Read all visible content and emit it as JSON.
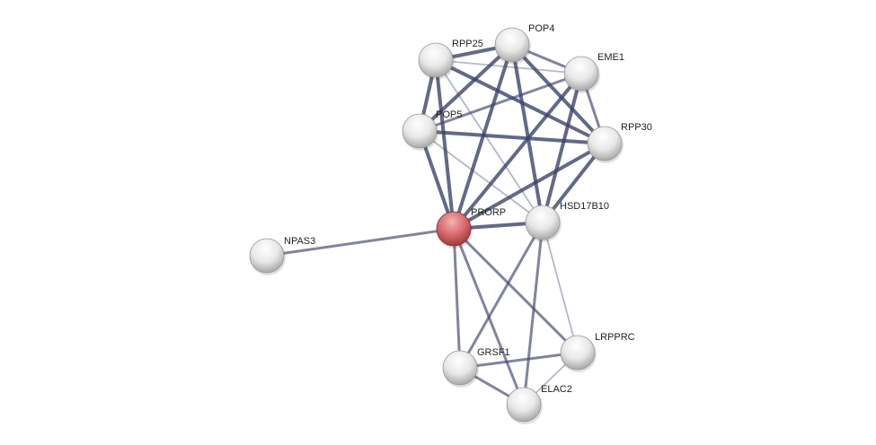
{
  "network": {
    "nodes": [
      {
        "id": "RPP25",
        "label": "RPP25",
        "query": false
      },
      {
        "id": "POP4",
        "label": "POP4",
        "query": false
      },
      {
        "id": "EME1",
        "label": "EME1",
        "query": false
      },
      {
        "id": "POP5",
        "label": "POP5",
        "query": false
      },
      {
        "id": "RPP30",
        "label": "RPP30",
        "query": false
      },
      {
        "id": "PRORP",
        "label": "PRORP",
        "query": true
      },
      {
        "id": "HSD17B10",
        "label": "HSD17B10",
        "query": false
      },
      {
        "id": "NPAS3",
        "label": "NPAS3",
        "query": false
      },
      {
        "id": "LRPPRC",
        "label": "LRPPRC",
        "query": false
      },
      {
        "id": "GRSF1",
        "label": "GRSF1",
        "query": false
      },
      {
        "id": "ELAC2",
        "label": "ELAC2",
        "query": false
      }
    ],
    "edges": [
      {
        "source": "RPP25",
        "target": "POP4",
        "confidence": "high"
      },
      {
        "source": "RPP25",
        "target": "EME1",
        "confidence": "low"
      },
      {
        "source": "RPP25",
        "target": "POP5",
        "confidence": "high"
      },
      {
        "source": "RPP25",
        "target": "PRORP",
        "confidence": "high"
      },
      {
        "source": "RPP25",
        "target": "RPP30",
        "confidence": "high"
      },
      {
        "source": "RPP25",
        "target": "HSD17B10",
        "confidence": "low"
      },
      {
        "source": "POP4",
        "target": "EME1",
        "confidence": "medium"
      },
      {
        "source": "POP4",
        "target": "POP5",
        "confidence": "high"
      },
      {
        "source": "POP4",
        "target": "PRORP",
        "confidence": "high"
      },
      {
        "source": "POP4",
        "target": "HSD17B10",
        "confidence": "high"
      },
      {
        "source": "POP4",
        "target": "RPP30",
        "confidence": "high"
      },
      {
        "source": "EME1",
        "target": "POP5",
        "confidence": "medium"
      },
      {
        "source": "EME1",
        "target": "RPP30",
        "confidence": "medium"
      },
      {
        "source": "EME1",
        "target": "PRORP",
        "confidence": "high"
      },
      {
        "source": "EME1",
        "target": "HSD17B10",
        "confidence": "high"
      },
      {
        "source": "POP5",
        "target": "RPP30",
        "confidence": "high"
      },
      {
        "source": "POP5",
        "target": "PRORP",
        "confidence": "high"
      },
      {
        "source": "POP5",
        "target": "HSD17B10",
        "confidence": "low"
      },
      {
        "source": "RPP30",
        "target": "PRORP",
        "confidence": "high"
      },
      {
        "source": "RPP30",
        "target": "HSD17B10",
        "confidence": "high"
      },
      {
        "source": "PRORP",
        "target": "HSD17B10",
        "confidence": "high"
      },
      {
        "source": "PRORP",
        "target": "NPAS3",
        "confidence": "medium"
      },
      {
        "source": "PRORP",
        "target": "GRSF1",
        "confidence": "medium"
      },
      {
        "source": "PRORP",
        "target": "ELAC2",
        "confidence": "medium"
      },
      {
        "source": "PRORP",
        "target": "LRPPRC",
        "confidence": "medium"
      },
      {
        "source": "HSD17B10",
        "target": "GRSF1",
        "confidence": "medium"
      },
      {
        "source": "HSD17B10",
        "target": "ELAC2",
        "confidence": "medium"
      },
      {
        "source": "HSD17B10",
        "target": "LRPPRC",
        "confidence": "low"
      },
      {
        "source": "GRSF1",
        "target": "LRPPRC",
        "confidence": "medium"
      },
      {
        "source": "GRSF1",
        "target": "ELAC2",
        "confidence": "medium"
      },
      {
        "source": "ELAC2",
        "target": "LRPPRC",
        "confidence": "low"
      }
    ],
    "colors": {
      "query_node": "#d0585e",
      "node": "#e6e6e6",
      "edge": "#3c4468"
    }
  }
}
